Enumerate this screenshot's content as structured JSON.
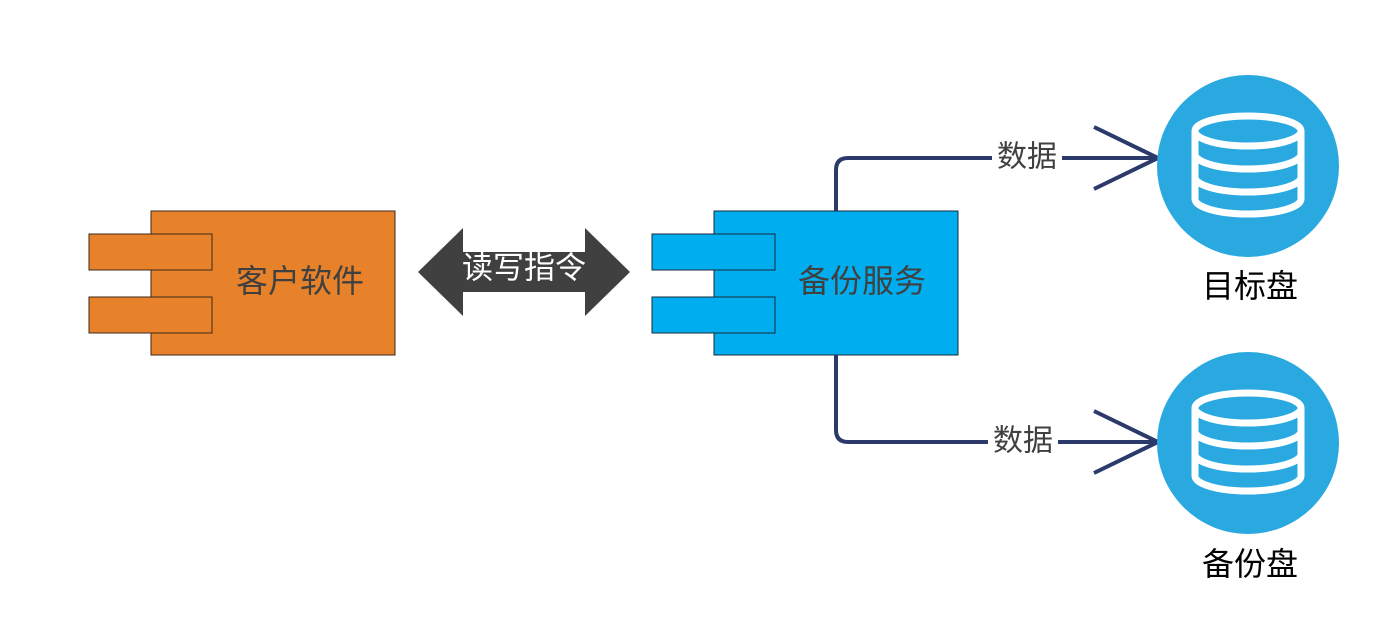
{
  "components": {
    "client": {
      "label": "客户软件",
      "color": "#E8822A"
    },
    "backup_service": {
      "label": "备份服务",
      "color": "#00AEEF"
    }
  },
  "connector": {
    "label": "读写指令",
    "color": "#404040"
  },
  "edges": {
    "to_target": {
      "label": "数据"
    },
    "to_backup": {
      "label": "数据"
    },
    "line_color": "#2B3A6B"
  },
  "disks": {
    "target": {
      "label": "目标盘"
    },
    "backup": {
      "label": "备份盘"
    },
    "color": "#29A9E0"
  }
}
